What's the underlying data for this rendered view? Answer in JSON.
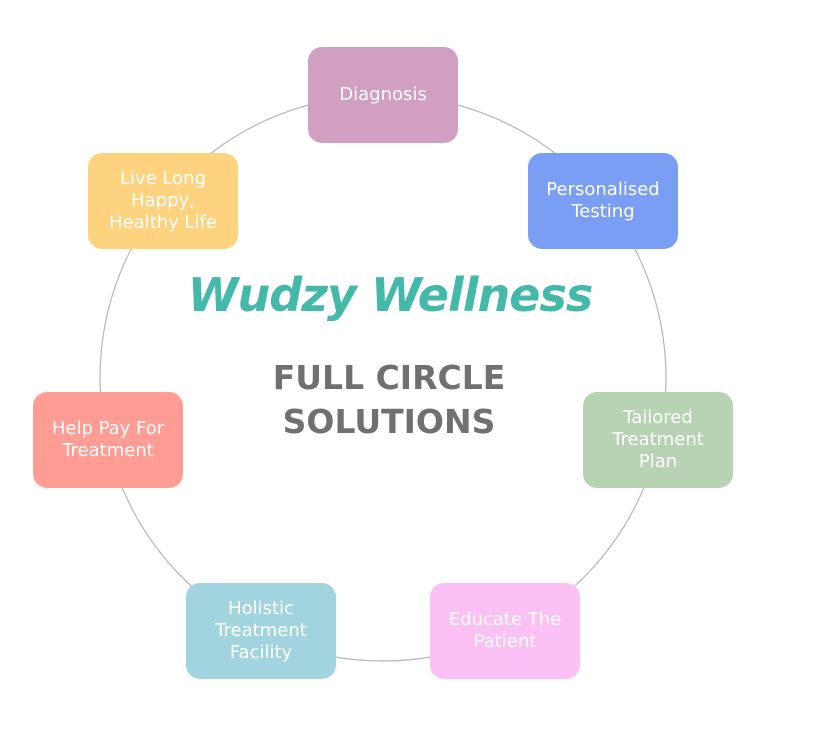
{
  "title": {
    "brand": "Wudzy Wellness",
    "subtitle_line1": "FULL CIRCLE",
    "subtitle_line2": "SOLUTIONS"
  },
  "colors": {
    "brand": "#44b8a9",
    "subtitle": "#707070",
    "ring": "#b5b5b5"
  },
  "steps": [
    {
      "label": "Diagnosis",
      "color": "#d19fbf"
    },
    {
      "label": "Personalised\nTesting",
      "color": "#7b9ef5"
    },
    {
      "label": "Tailored\nTreatment\nPlan",
      "color": "#b7d3b4"
    },
    {
      "label": "Educate The\nPatient",
      "color": "#fbc0f4"
    },
    {
      "label": "Holistic\nTreatment\nFacility",
      "color": "#a1d4de"
    },
    {
      "label": "Help Pay For\nTreatment",
      "color": "#ff9c94"
    },
    {
      "label": "Live Long\nHappy,\nHealthy Life",
      "color": "#fed37f"
    }
  ]
}
